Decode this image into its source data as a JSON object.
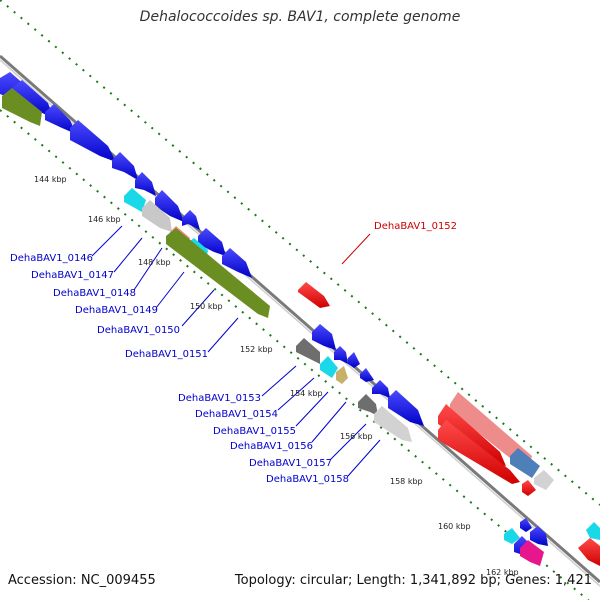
{
  "title": "Dehalococcoides sp. BAV1, complete genome",
  "footer": {
    "accession": "Accession: NC_009455",
    "summary": "Topology: circular; Length: 1,341,892 bp; Genes: 1,421"
  },
  "colors": {
    "backbone": "#8a8a8a",
    "forward_cds": "#0000ee",
    "reverse_cds": "#ee0000",
    "gc_dots": "#1a7a1a",
    "label_link": "#0000cc",
    "highlight_label": "#cc0000"
  },
  "ticks": [
    "144 kbp",
    "146 kbp",
    "148 kbp",
    "150 kbp",
    "152 kbp",
    "154 kbp",
    "156 kbp",
    "158 kbp",
    "160 kbp",
    "162 kbp"
  ],
  "gene_labels": [
    {
      "text": "DehaBAV1_0146",
      "color": "#0000cc"
    },
    {
      "text": "DehaBAV1_0147",
      "color": "#0000cc"
    },
    {
      "text": "DehaBAV1_0148",
      "color": "#0000cc"
    },
    {
      "text": "DehaBAV1_0149",
      "color": "#0000cc"
    },
    {
      "text": "DehaBAV1_0150",
      "color": "#0000cc"
    },
    {
      "text": "DehaBAV1_0151",
      "color": "#0000cc"
    },
    {
      "text": "DehaBAV1_0152",
      "color": "#cc0000"
    },
    {
      "text": "DehaBAV1_0153",
      "color": "#0000cc"
    },
    {
      "text": "DehaBAV1_0154",
      "color": "#0000cc"
    },
    {
      "text": "DehaBAV1_0155",
      "color": "#0000cc"
    },
    {
      "text": "DehaBAV1_0156",
      "color": "#0000cc"
    },
    {
      "text": "DehaBAV1_0157",
      "color": "#0000cc"
    },
    {
      "text": "DehaBAV1_0158",
      "color": "#0000cc"
    }
  ]
}
